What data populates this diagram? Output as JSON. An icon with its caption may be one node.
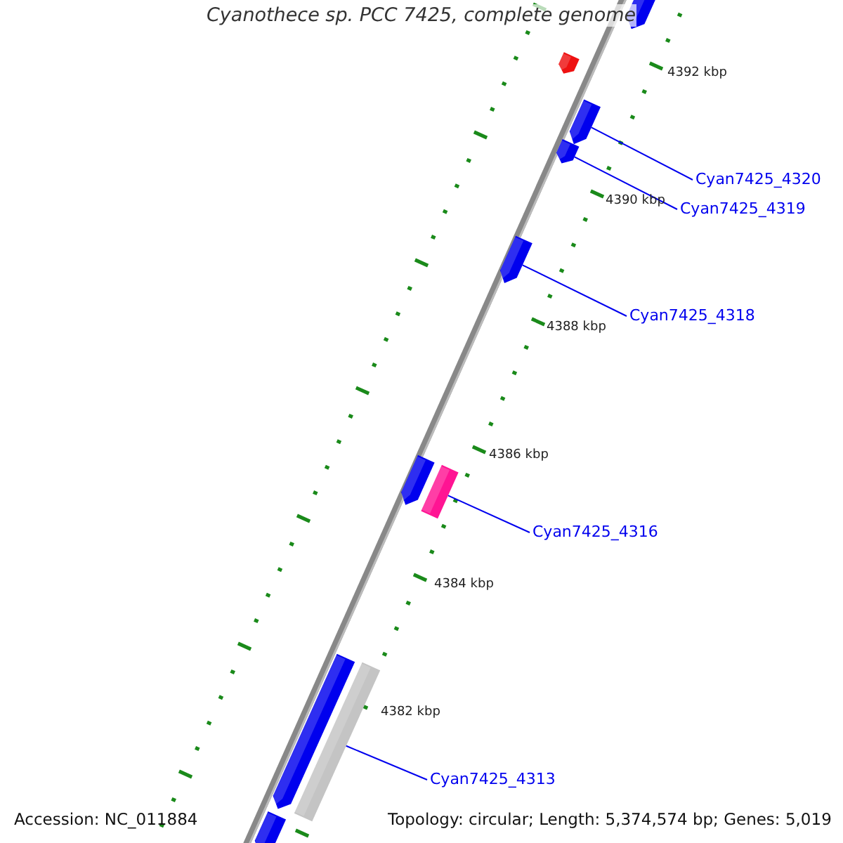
{
  "diagram": {
    "title": "Cyanothece sp. PCC 7425, complete genome",
    "nodes": [
      {
        "text": [],
        "shape": "arrow"
      },
      {
        "text": [],
        "shape": "arrow"
      },
      {
        "text": [
          "Cyan7425_4320"
        ]
      },
      {
        "text": [],
        "shape": "arrow"
      },
      {
        "text": [
          "Cyan7425_4319"
        ]
      },
      {
        "text": [],
        "shape": "arrow"
      },
      {
        "text": [
          "Cyan7425_4318"
        ]
      },
      {
        "text": [],
        "shape": "arrow"
      },
      {
        "text": [],
        "shape": "arrow"
      },
      {
        "text": [
          "Cyan7425_4316"
        ]
      },
      {
        "text": [],
        "shape": "bar"
      },
      {
        "text": [],
        "shape": "arrow"
      },
      {
        "text": [
          "Cyan7425_4313"
        ]
      },
      {
        "text": [],
        "shape": "bar"
      },
      {
        "text": [],
        "shape": "arrow"
      }
    ],
    "edges": [
      {
        "from": 2,
        "to": 3,
        "arrow": "none"
      },
      {
        "from": 4,
        "to": 5,
        "arrow": "none"
      },
      {
        "from": 6,
        "to": 7,
        "arrow": "none"
      },
      {
        "from": 9,
        "to": 10,
        "arrow": "none"
      },
      {
        "from": 12,
        "to": 13,
        "arrow": "none"
      }
    ],
    "labels": [
      "4392 kbp",
      "4390 kbp",
      "4388 kbp",
      "4386 kbp",
      "4384 kbp",
      "4382 kbp",
      "Accession: NC_011884",
      "Topology: circular; Length: 5,374,574 bp; Genes: 5,019"
    ]
  }
}
